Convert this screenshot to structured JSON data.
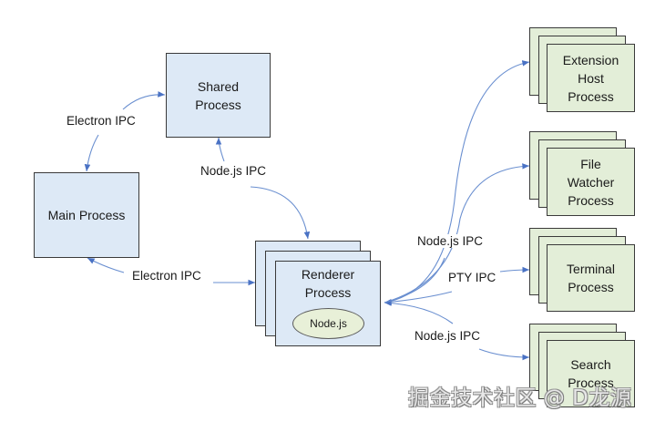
{
  "nodes": {
    "shared": {
      "label": "Shared\nProcess"
    },
    "main": {
      "label": "Main Process"
    },
    "renderer": {
      "label": "Renderer\nProcess",
      "inner": "Node.js"
    },
    "extension_host": {
      "label": "Extension\nHost\nProcess"
    },
    "file_watcher": {
      "label": "File\nWatcher\nProcess"
    },
    "terminal": {
      "label": "Terminal\nProcess"
    },
    "search": {
      "label": "Search\nProcess"
    }
  },
  "edges": {
    "main_shared": "Electron IPC",
    "shared_renderer": "Node.js IPC",
    "main_renderer": "Electron IPC",
    "renderer_ext": "Node.js IPC",
    "renderer_terminal": "PTY IPC",
    "renderer_search": "Node.js IPC"
  },
  "colors": {
    "process_blue": "#dde9f6",
    "process_green": "#e3eed8",
    "arrow": "#4a72c4"
  },
  "watermark": "掘金技术社区 @ D龙源"
}
